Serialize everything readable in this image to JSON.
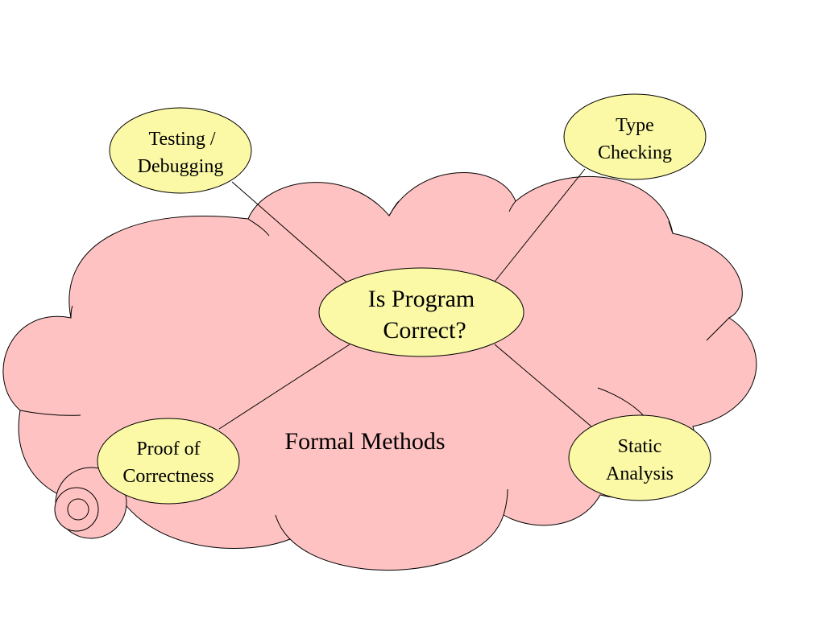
{
  "colors": {
    "cloud_fill": "#ffc2c2",
    "node_fill": "#fbf9a6",
    "stroke": "#000000",
    "background": "#ffffff"
  },
  "center": {
    "line1": "Is Program",
    "line2": "Correct?"
  },
  "region_label": "Formal Methods",
  "nodes": {
    "testing": {
      "line1": "Testing /",
      "line2": "Debugging"
    },
    "type_checking": {
      "line1": "Type",
      "line2": "Checking"
    },
    "proof": {
      "line1": "Proof of",
      "line2": "Correctness"
    },
    "static_analysis": {
      "line1": "Static",
      "line2": "Analysis"
    }
  }
}
